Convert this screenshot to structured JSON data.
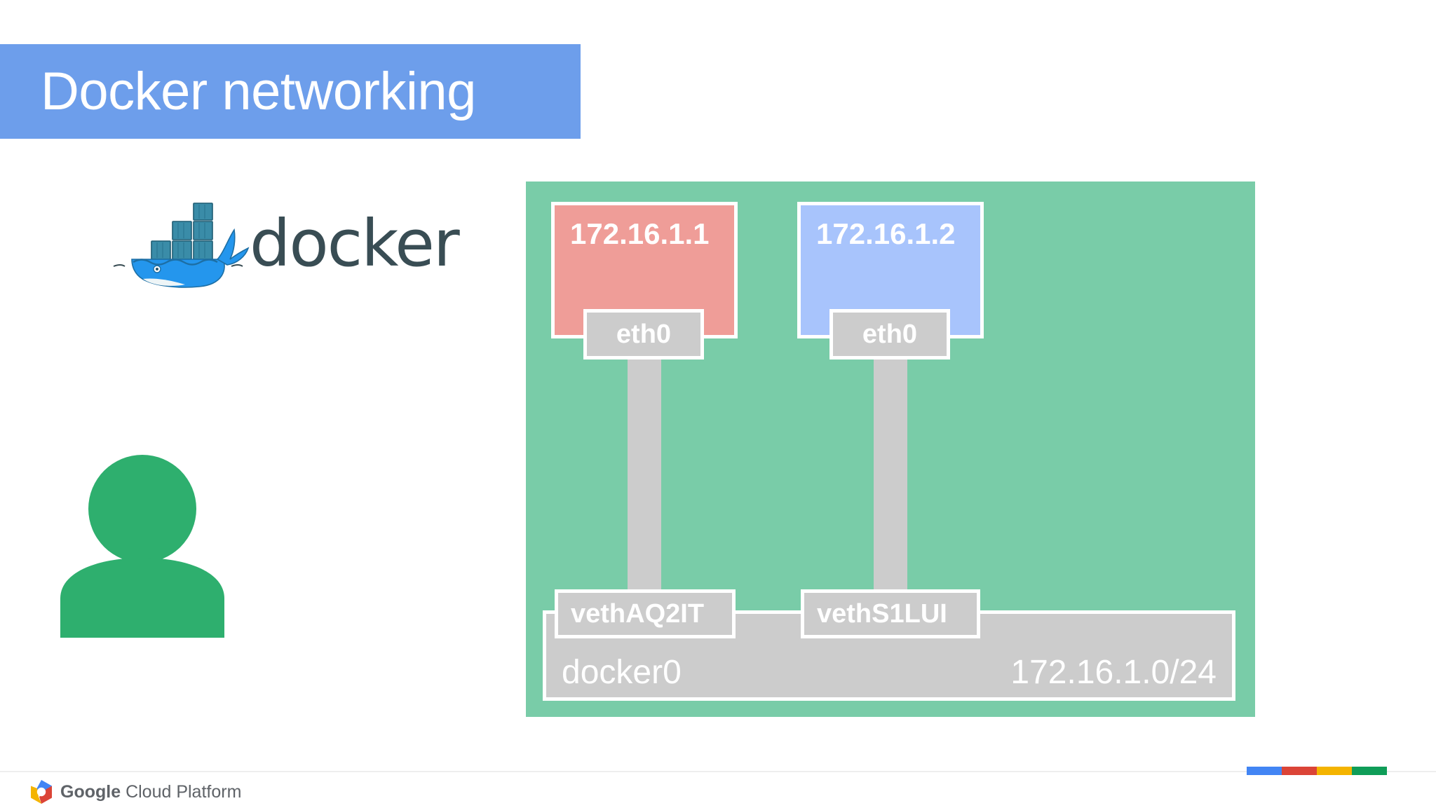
{
  "slide": {
    "title": "Docker networking",
    "title_bg": "#6d9eeb",
    "title_color": "#ffffff"
  },
  "brand": {
    "docker_wordmark": "docker",
    "docker_logo_name": "docker-whale-logo",
    "whale_color": "#2496ed",
    "wordmark_color": "#394d54"
  },
  "user": {
    "icon_name": "person-avatar-icon",
    "color": "#2eaf6e"
  },
  "diagram": {
    "host_color": "#79cca8",
    "containers": [
      {
        "ip": "172.16.1.1",
        "color": "#ef9d98",
        "interface": "eth0",
        "veth": "vethAQ2IT"
      },
      {
        "ip": "172.16.1.2",
        "color": "#a8c4fc",
        "interface": "eth0",
        "veth": "vethS1LUI"
      }
    ],
    "bridge": {
      "name": "docker0",
      "subnet": "172.16.1.0/24",
      "color": "#cccccc"
    }
  },
  "footer": {
    "logo_word_1": "Google",
    "logo_word_2": "Cloud Platform",
    "hex_icon_name": "google-cloud-hexagon-icon",
    "bars": [
      {
        "name": "bar-blue",
        "color": "#4285f4"
      },
      {
        "name": "bar-red",
        "color": "#db4437"
      },
      {
        "name": "bar-yellow",
        "color": "#f4b400"
      },
      {
        "name": "bar-green",
        "color": "#0f9d58"
      }
    ]
  }
}
